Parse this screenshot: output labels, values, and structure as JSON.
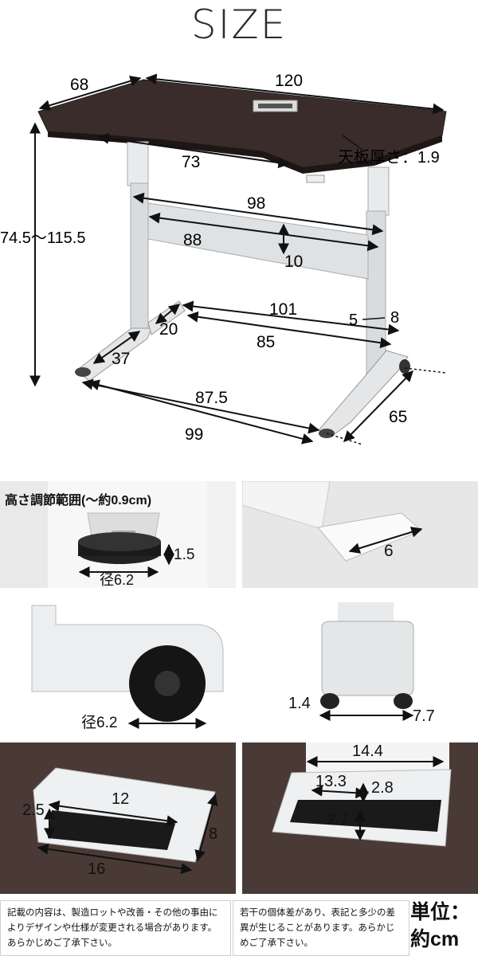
{
  "title": "SIZE",
  "main_dims": {
    "depth": "68",
    "width": "120",
    "inner_top": "73",
    "thickness": "天板厚さ：1.9",
    "height": "74.5〜115.5",
    "frame_width": "98",
    "beam_width": "88",
    "beam_height": "10",
    "base_inner": "101",
    "base_inner2": "85",
    "foot_small": "20",
    "foot": "37",
    "leg_w": "5",
    "leg_d": "8",
    "base_outer": "87.5",
    "base_total": "99",
    "base_depth": "65"
  },
  "adjuster": {
    "caption": "高さ調節範囲(〜約0.9cm)",
    "height": "1.5",
    "diameter": "径6.2"
  },
  "clip": {
    "width": "6"
  },
  "wheel": {
    "diameter": "径6.2"
  },
  "foot_detail": {
    "left": "1.4",
    "right": "7.7"
  },
  "grommet": {
    "inner": "12",
    "side": "2.5",
    "height": "8",
    "outer": "16"
  },
  "grommet_top": {
    "outer": "14.4",
    "inner": "13.3",
    "gap": "2.8",
    "depth": "2.7"
  },
  "footer": {
    "note1": "記載の内容は、製造ロットや改善・その他の事由によりデザインや仕様が変更される場合があります。あらかじめご了承下さい。",
    "note2": "若干の個体差があり、表記と多少の差異が生じることがあります。あらかじめご了承下さい。",
    "unit_label": "単位：",
    "unit_value": "約cm"
  }
}
